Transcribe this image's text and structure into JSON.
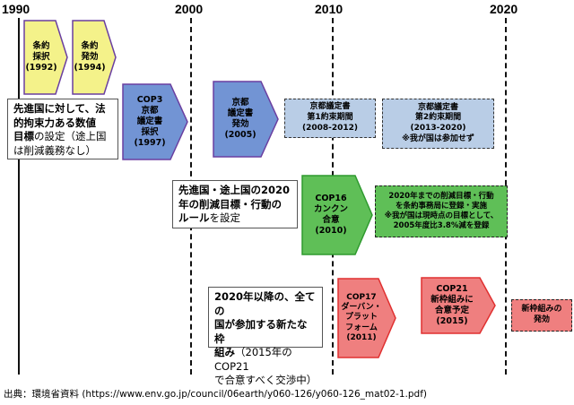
{
  "years": [
    "1990",
    "2000",
    "2010",
    "2020"
  ],
  "items": {
    "jouyaku_saitaku": "条約\n採択\n(1992)",
    "jouyaku_hakkou": "条約\n発効\n(1994)",
    "cop3": "COP3\n京都\n議定書\n採択\n(1997)",
    "kyoto_hakkou": "京都\n議定書\n発効\n(2005)",
    "kyoto_period1": "京都議定書\n第1約束期間\n(2008-2012)",
    "kyoto_period2": "京都議定書\n第2約束期間\n(2013-2020)\n※我が国は参加せず",
    "cop16": "COP16\nカンクン\n合意\n(2010)",
    "target2020": "2020年までの削減目標・行動\nを条約事務局に登録・実施\n※我が国は現時点の目標として、\n2005年度比3.8%減を登録",
    "cop17": "COP17\nダーバン・\nプラット\nフォーム\n(2011)",
    "cop21": "COP21\n新枠組みに\n合意予定\n(2015)",
    "new_framework": "新枠組みの\n発効"
  },
  "notes": {
    "note1_bold": "先進国に対して、法\n的拘束力ある数値\n目標",
    "note1_rest": "の設定（途上国\nは削減義務なし）",
    "note2_bold": "先進国・途上国の2020\n年の削減目標・行動の\nルール",
    "note2_rest": "を設定",
    "note3_bold": "2020年以降の、全ての\n国が参加する新たな枠\n組み",
    "note3_rest": "（2015年のCOP21\nで合意すべく交渉中）"
  },
  "source": "出典：環境省資料 (https://www.env.go.jp/council/06earth/y060-126/y060-126_mat02-1.pdf)",
  "colors": {
    "yellow_fill": "#f4f28a",
    "purple_border": "#6a3fa0",
    "blue_fill": "#7294d4",
    "blue_dashed_fill": "#b9cde6",
    "green_fill": "#5fbf57",
    "green_border": "#2f9a2f",
    "red_fill": "#ef7f7f",
    "red_border": "#e03030"
  }
}
